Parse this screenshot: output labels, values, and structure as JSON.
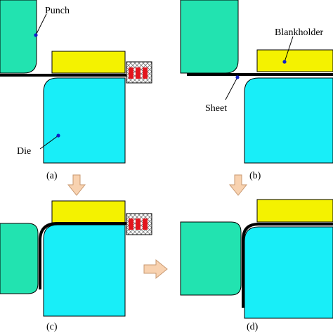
{
  "labels": {
    "punch": "Punch",
    "die": "Die",
    "sheet": "Sheet",
    "blankholder": "Blankholder"
  },
  "captions": {
    "a": "(a)",
    "b": "(b)",
    "c": "(c)",
    "d": "(d)"
  },
  "colors": {
    "punch": "#22e3b0",
    "die": "#18eef8",
    "blankholder": "#f4f200",
    "spring": "#e3141c",
    "sheet": "#000000",
    "leader_dot": "#1020c8",
    "arrow_fill": "#f8d2b0",
    "arrow_stroke": "#c89870"
  },
  "icons": {
    "arrow": "arrow-down-icon",
    "spring": "spring-housing-icon"
  }
}
